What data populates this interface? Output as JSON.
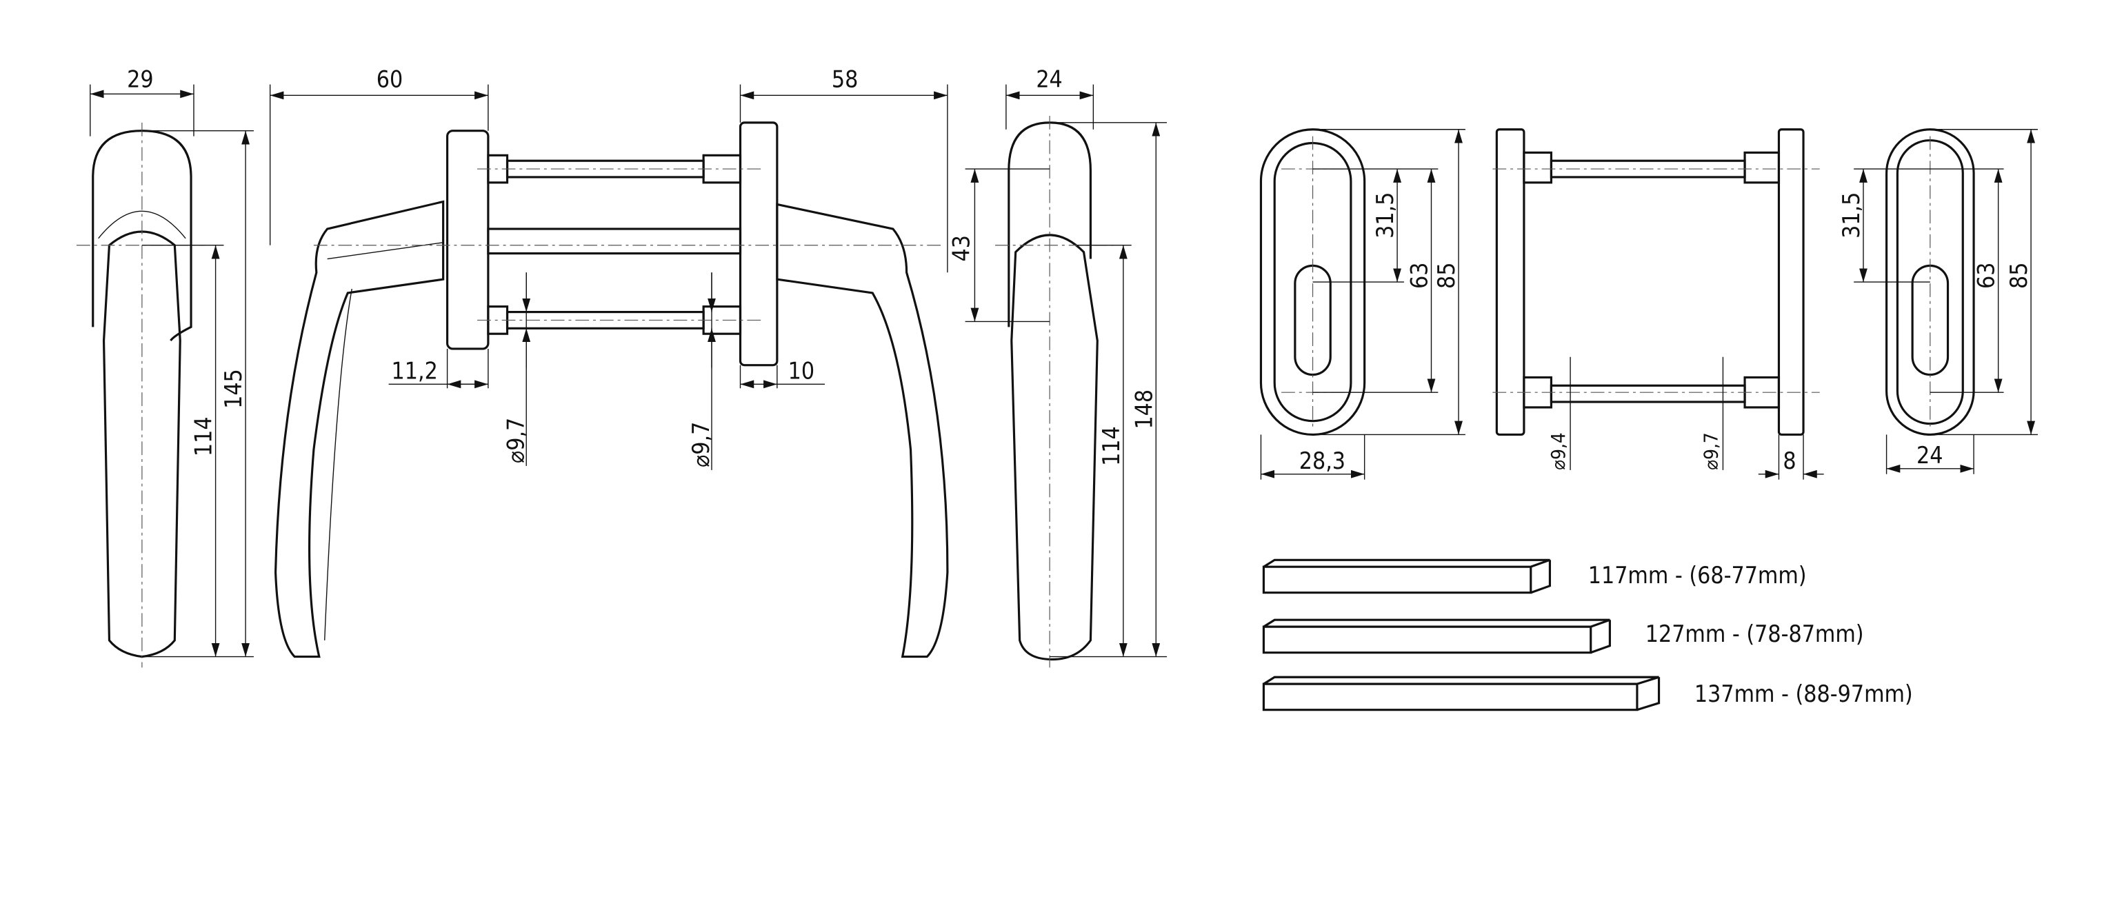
{
  "drawing": {
    "handle_front_view": {
      "width": "29",
      "total_height": "145",
      "lever_height": "114"
    },
    "handle_side_view": {
      "left_reach": "60",
      "right_reach": "58",
      "rose_depth_left": "11,2",
      "rose_depth_right": "10",
      "screw_diameter_left": "⌀9,7",
      "screw_diameter_right": "⌀9,7"
    },
    "handle_side_profile": {
      "width": "24",
      "spindle_offset": "43",
      "lever_height": "114",
      "total_height": "148"
    },
    "rosette_front": {
      "upper_offset": "31,5",
      "hole_spacing": "63",
      "height": "85",
      "width": "28,3"
    },
    "rosette_section": {
      "screw_diameter_left": "⌀9,4",
      "screw_diameter_right": "⌀9,7",
      "thickness": "8"
    },
    "rosette_back": {
      "upper_offset": "31,5",
      "hole_spacing": "63",
      "height": "85",
      "width": "24"
    },
    "spindles": [
      {
        "label": "117mm - (68-77mm)"
      },
      {
        "label": "127mm - (78-87mm)"
      },
      {
        "label": "137mm - (88-97mm)"
      }
    ]
  }
}
